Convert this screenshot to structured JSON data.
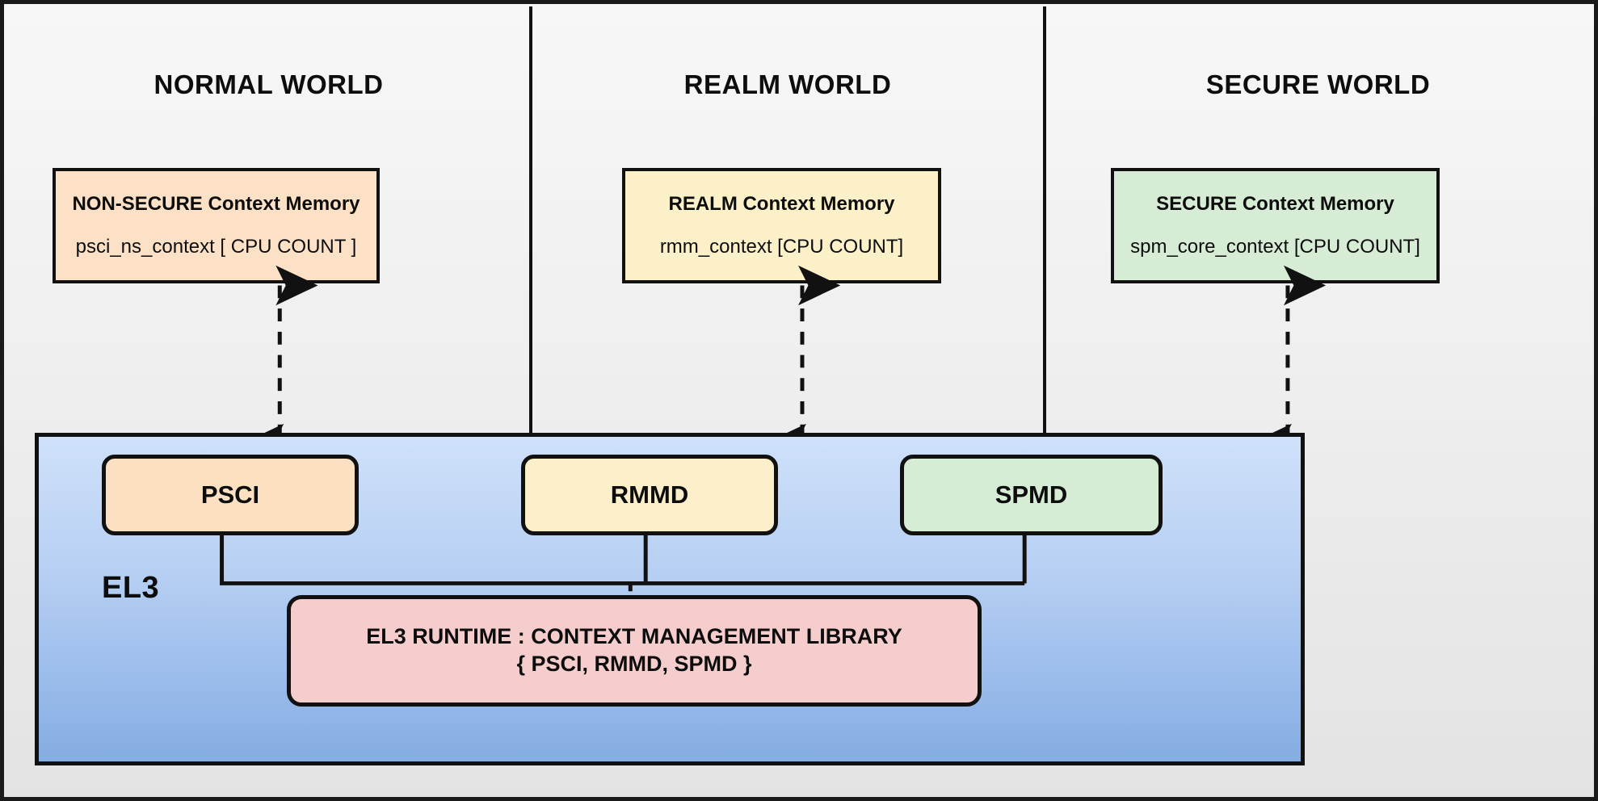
{
  "diagram": {
    "title_present": false,
    "worlds": [
      {
        "name": "NORMAL WORLD",
        "ctx_title": "NON-SECURE Context Memory",
        "ctx_sub": "psci_ns_context  [ CPU COUNT ]",
        "ctx_color": "#fde1c6",
        "dispatcher": "PSCI",
        "dispatcher_color": "#fce0c2"
      },
      {
        "name": "REALM WORLD",
        "ctx_title": "REALM Context Memory",
        "ctx_sub": "rmm_context [CPU COUNT]",
        "ctx_color": "#fcf0c9",
        "dispatcher": "RMMD",
        "dispatcher_color": "#fcefc9"
      },
      {
        "name": "SECURE WORLD",
        "ctx_title": "SECURE Context Memory",
        "ctx_sub": "spm_core_context  [CPU COUNT]",
        "ctx_color": "#d6ecd5",
        "dispatcher": "SPMD",
        "dispatcher_color": "#d6ecd4"
      }
    ],
    "el3": {
      "label": "EL3",
      "gradient_from": "#cfe1fa",
      "gradient_to": "#84ade1",
      "runtime_line1": "EL3 RUNTIME : CONTEXT MANAGEMENT LIBRARY",
      "runtime_line2": "{ PSCI, RMMD, SPMD }",
      "runtime_color": "#f6cdcd"
    },
    "colors": {
      "stroke": "#111111",
      "background": "#f0f0f0"
    }
  }
}
